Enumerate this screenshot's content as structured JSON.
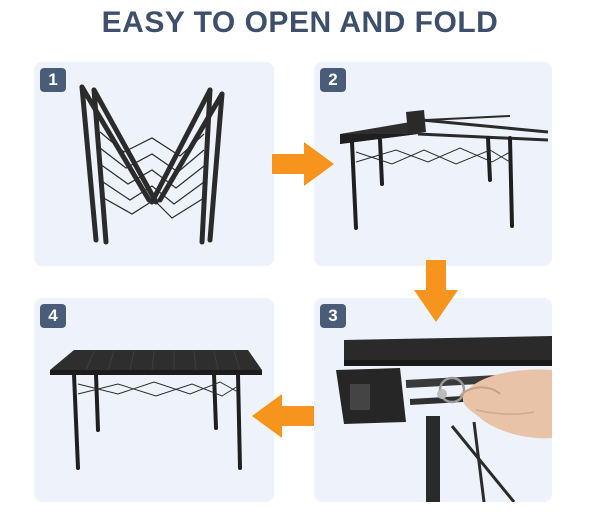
{
  "title": "EASY TO OPEN AND FOLD",
  "steps": [
    {
      "number": "1",
      "description": "folded frame"
    },
    {
      "number": "2",
      "description": "roll out tabletop"
    },
    {
      "number": "3",
      "description": "lock frame pins"
    },
    {
      "number": "4",
      "description": "assembled table"
    }
  ],
  "colors": {
    "title": "#3d4f6b",
    "panel_bg": "#eef3fb",
    "badge_bg": "#4a5d78",
    "arrow": "#f7941d",
    "frame": "#2b2b2b"
  }
}
